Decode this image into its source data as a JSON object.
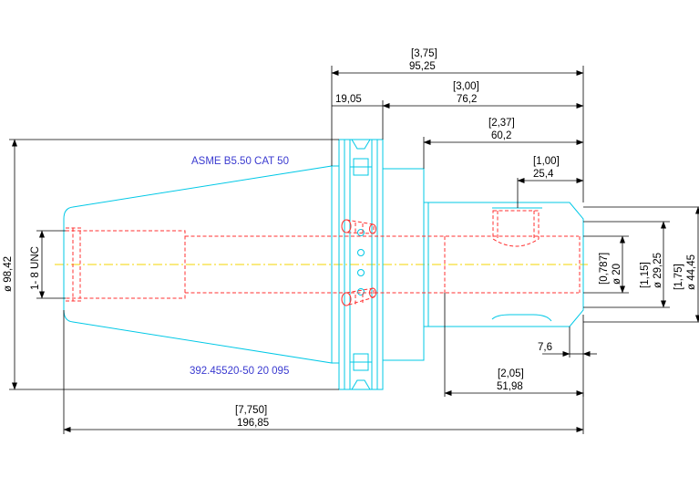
{
  "labels": {
    "standard": "ASME B5.50 CAT 50",
    "part_number": "392.45520-50 20 095",
    "thread": "1- 8 UNC",
    "flange_dia": "ø 98,42"
  },
  "dimensions": {
    "d375_in": "[3,75]",
    "d375_mm": "95,25",
    "d300_in": "[3,00]",
    "d300_mm": "76,2",
    "d1905": "19,05",
    "d237_in": "[2,37]",
    "d237_mm": "60,2",
    "d100_in": "[1,00]",
    "d100_mm": "25,4",
    "d0787_in": "[0,787]",
    "d20_mm": "ø 20",
    "d115_in": "[1,15]",
    "d2925_mm": "ø 29,25",
    "d175_in": "[1,75]",
    "d4445_mm": "ø 44,45",
    "d76": "7,6",
    "d205_in": "[2,05]",
    "d205_mm": "51,98",
    "d7750_in": "[7,750]",
    "d7750_mm": "196,85"
  },
  "colors": {
    "outline": "#00c8e6",
    "hidden": "#ff3030",
    "centerline": "#f5d400",
    "dimension": "#000000",
    "note_text": "#3a3ad0"
  }
}
